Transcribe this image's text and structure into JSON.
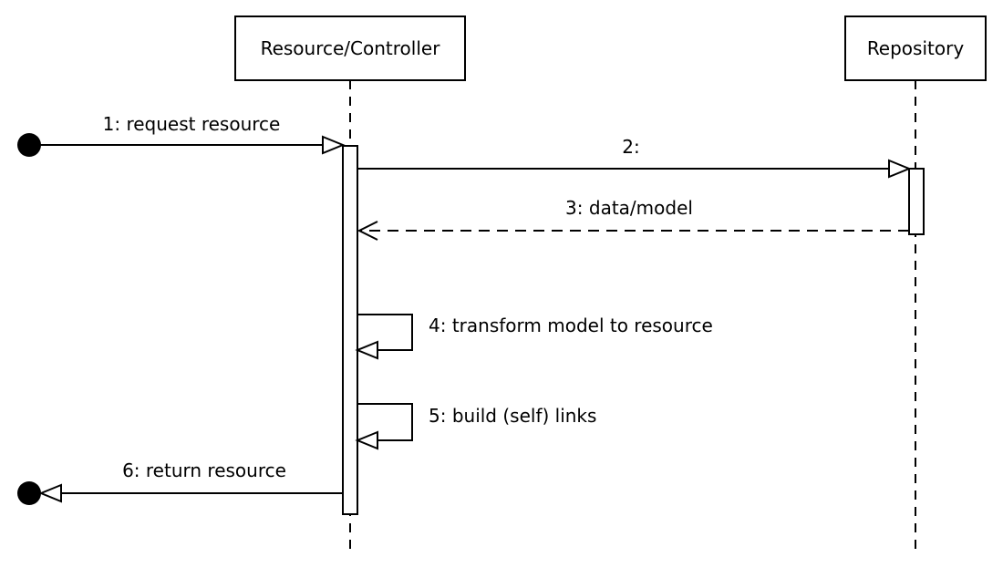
{
  "participants": {
    "controller": {
      "label": "Resource/Controller"
    },
    "repository": {
      "label": "Repository"
    }
  },
  "messages": [
    {
      "id": "m1",
      "label": "1: request resource",
      "kind": "found",
      "from": "start",
      "to": "controller",
      "style": "solid"
    },
    {
      "id": "m2",
      "label": "2:",
      "kind": "sync",
      "from": "controller",
      "to": "repository",
      "style": "solid"
    },
    {
      "id": "m3",
      "label": "3: data/model",
      "kind": "reply",
      "from": "repository",
      "to": "controller",
      "style": "dashed"
    },
    {
      "id": "m4",
      "label": "4: transform model to resource",
      "kind": "self",
      "from": "controller",
      "to": "controller",
      "style": "solid"
    },
    {
      "id": "m5",
      "label": "5: build (self) links",
      "kind": "self",
      "from": "controller",
      "to": "controller",
      "style": "solid"
    },
    {
      "id": "m6",
      "label": "6: return resource",
      "kind": "lost",
      "from": "controller",
      "to": "end",
      "style": "solid"
    }
  ],
  "colors": {
    "stroke": "#000000",
    "fill": "#ffffff"
  }
}
